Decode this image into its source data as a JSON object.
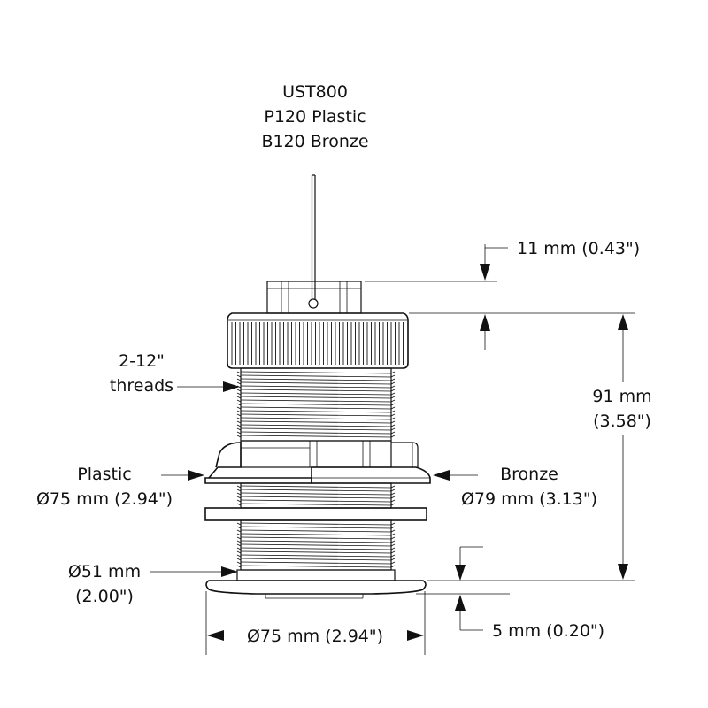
{
  "model": {
    "line1": "UST800",
    "line2": "P120 Plastic",
    "line3": "B120 Bronze"
  },
  "dimensions": {
    "top_height": "11 mm (0.43\")",
    "threads_line1": "2-12\"",
    "threads_line2": "threads",
    "overall_mm": "91 mm",
    "overall_in": "(3.58\")",
    "plastic_line1": "Plastic",
    "plastic_line2": "Ø75 mm (2.94\")",
    "bronze_line1": "Bronze",
    "bronze_line2": "Ø79 mm (3.13\")",
    "shaft_mm": "Ø51 mm",
    "shaft_in": "(2.00\")",
    "flange_width": "Ø75 mm (2.94\")",
    "flange_height": "5 mm (0.20\")"
  },
  "colors": {
    "line": "#111111",
    "background": "#ffffff"
  }
}
